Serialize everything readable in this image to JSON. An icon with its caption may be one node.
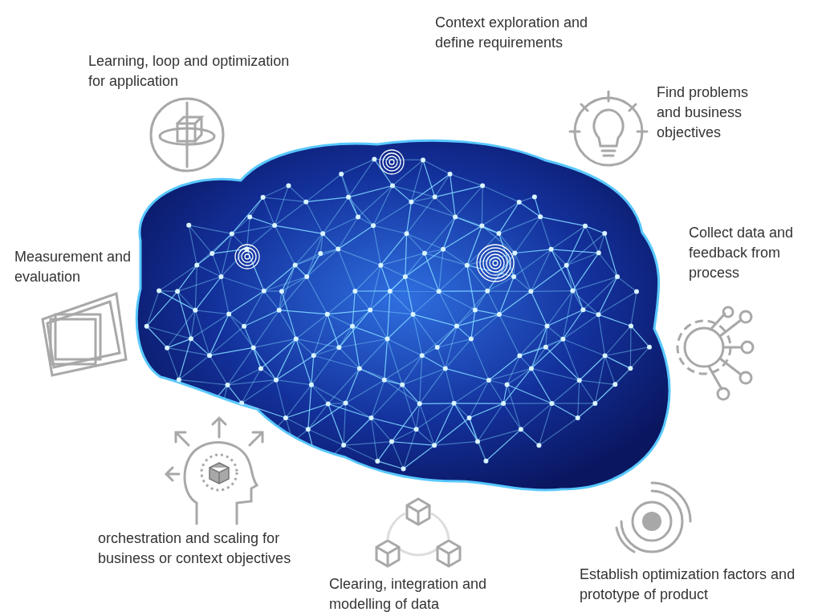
{
  "diagram": {
    "labels": [
      "Context exploration and define requirements",
      "Learning, loop and optimization for application",
      "Find problems and business objectives",
      "Collect data and feedback from process",
      "Measurement and evaluation",
      "orchestration and scaling for business or context objectives",
      "Clearing, integration and modelling of data",
      "Establish optimization factors and prototype of product"
    ]
  }
}
